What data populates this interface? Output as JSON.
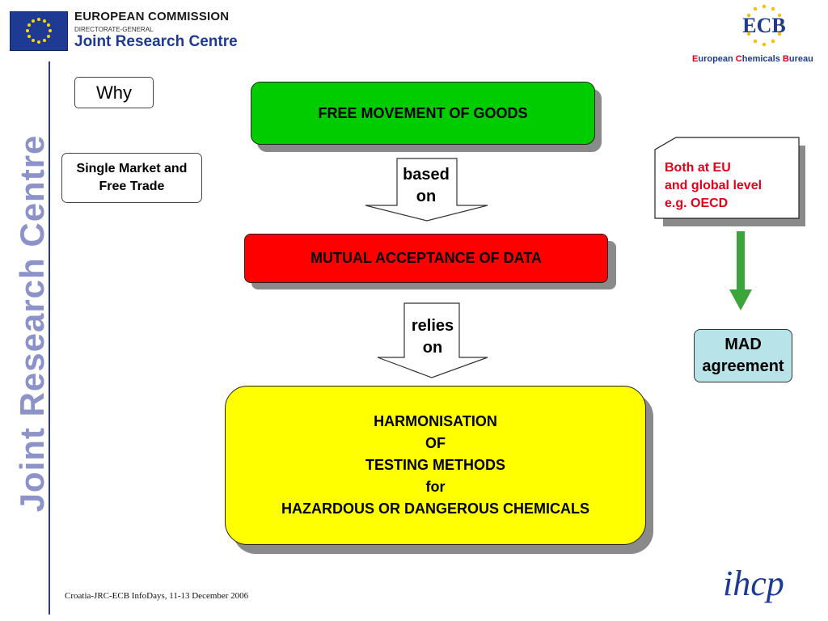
{
  "header": {
    "commission": "EUROPEAN COMMISSION",
    "directorate": "DIRECTORATE-GENERAL",
    "jrc": "Joint Research Centre",
    "ecb_logo_text": "ECB",
    "ecb_caption_parts": [
      "E",
      "uropean ",
      "C",
      "hemicals ",
      "B",
      "ureau"
    ]
  },
  "sidebar": {
    "vertical_title": "Joint Research Centre"
  },
  "labels": {
    "why": "Why",
    "single_market": [
      "Single Market and",
      "Free Trade"
    ]
  },
  "flow": {
    "top_box": "FREE MOVEMENT OF GOODS",
    "arrow1": [
      "based",
      "on"
    ],
    "middle_box": "MUTUAL ACCEPTANCE OF DATA",
    "arrow2": [
      "relies",
      "on"
    ],
    "bottom_box": [
      "HARMONISATION",
      "OF",
      "TESTING METHODS",
      "for",
      "HAZARDOUS OR DANGEROUS CHEMICALS"
    ]
  },
  "right": {
    "note": [
      "Both at EU",
      "and global level",
      "e.g. OECD"
    ],
    "mad": [
      "MAD",
      "agreement"
    ]
  },
  "footer": {
    "text": "Croatia-JRC-ECB InfoDays, 11-13 December 2006",
    "logo_text": "ihcp"
  },
  "colors": {
    "green": "#00cc00",
    "red": "#ff0000",
    "yellow": "#ffff00",
    "note_text": "#e3001b",
    "mad_fill": "#b8e3e8",
    "arrow_green": "#3aa63a",
    "brand_blue": "#1f3a93"
  }
}
